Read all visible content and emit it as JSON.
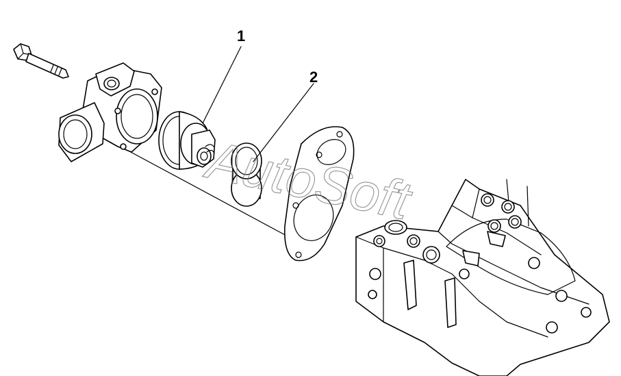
{
  "callouts": [
    {
      "id": "1",
      "label": "1"
    },
    {
      "id": "2",
      "label": "2"
    }
  ],
  "watermark": {
    "text": "AutoSoft"
  },
  "colors": {
    "line": "#000000",
    "background": "#ffffff",
    "watermark": "#6f6f6f"
  }
}
